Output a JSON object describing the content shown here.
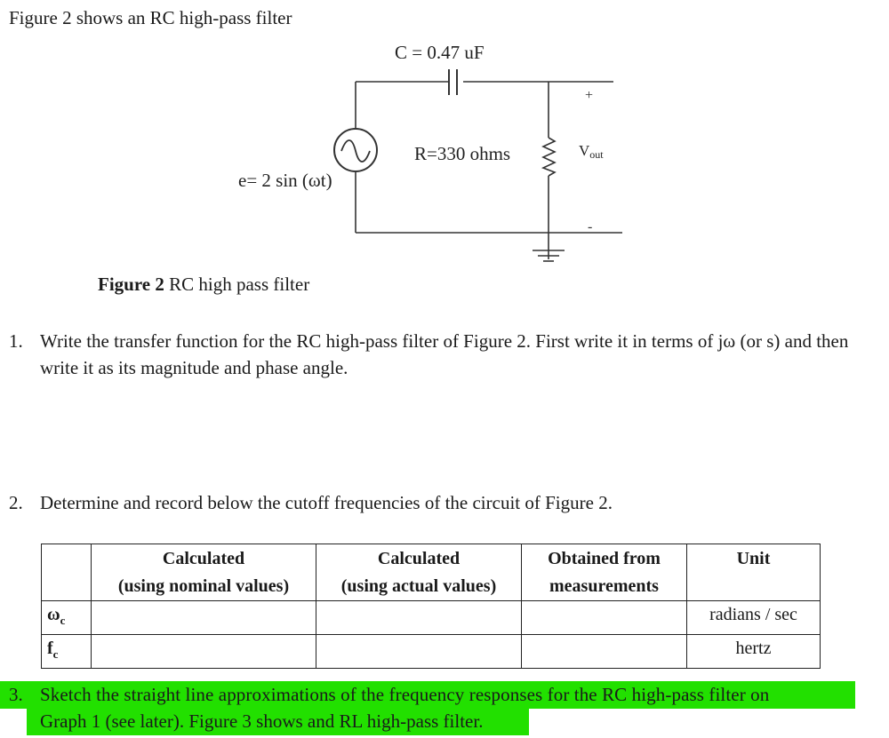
{
  "intro": "Figure 2 shows an RC high-pass filter",
  "circuit": {
    "capacitor_label": "C = 0.47 uF",
    "resistor_label": "R=330 ohms",
    "source_label": "e= 2 sin (ωt)",
    "vout_label": "V",
    "vout_sub": "out",
    "plus": "+",
    "minus": "-"
  },
  "caption": {
    "bold": "Figure 2",
    "text": " RC high pass filter"
  },
  "questions": [
    {
      "num": "1.",
      "text": "Write the transfer function for the RC high-pass filter of Figure 2. First write it in terms of jω (or s) and then write it as its magnitude and phase angle."
    },
    {
      "num": "2.",
      "text": "Determine and record below the cutoff frequencies of the circuit of Figure 2."
    },
    {
      "num": "3.",
      "line1": "Sketch the straight line approximations of the frequency responses for the RC high-pass filter on",
      "line2": "Graph 1 (see later). Figure 3 shows and RL high-pass filter."
    }
  ],
  "table": {
    "headers": [
      {
        "line1": "",
        "line2": ""
      },
      {
        "line1": "Calculated",
        "line2": "(using nominal values)"
      },
      {
        "line1": "Calculated",
        "line2": "(using actual values)"
      },
      {
        "line1": "Obtained from",
        "line2": "measurements"
      },
      {
        "line1": "Unit",
        "line2": ""
      }
    ],
    "rows": [
      {
        "label": "ωc",
        "cells": [
          "",
          "",
          ""
        ],
        "unit": "radians / sec"
      },
      {
        "label": "fc",
        "cells": [
          "",
          "",
          ""
        ],
        "unit": "hertz"
      }
    ]
  },
  "colors": {
    "highlight": "#22e000"
  }
}
